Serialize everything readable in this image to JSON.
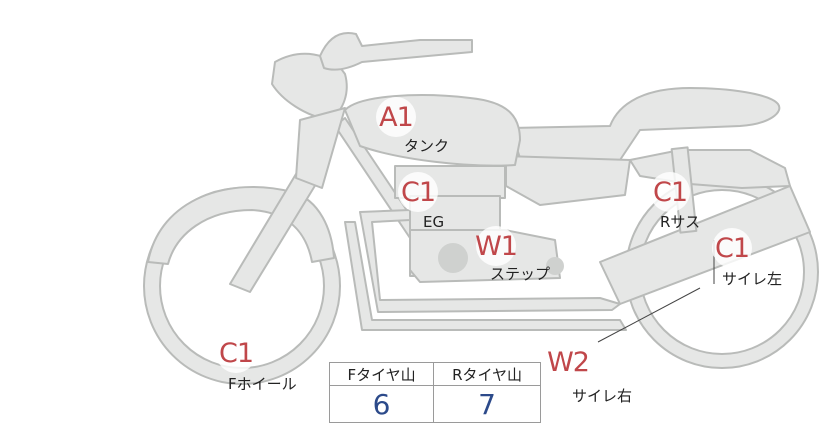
{
  "parts": [
    {
      "id": "tank",
      "grade": "A1",
      "label": "タンク"
    },
    {
      "id": "engine",
      "grade": "C1",
      "label": "EG"
    },
    {
      "id": "step",
      "grade": "W1",
      "label": "ステップ"
    },
    {
      "id": "rear-suspension",
      "grade": "C1",
      "label": "Rサス"
    },
    {
      "id": "muffler-left",
      "grade": "C1",
      "label": "サイレ左"
    },
    {
      "id": "front-wheel",
      "grade": "C1",
      "label": "Fホイール"
    },
    {
      "id": "muffler-right",
      "grade": "W2",
      "label": "サイレ右"
    }
  ],
  "tire_tread": {
    "front_header": "Fタイヤ山",
    "rear_header": "Rタイヤ山",
    "front_value": "6",
    "rear_value": "7"
  },
  "colors": {
    "body_fill": "#e6e7e6",
    "body_stroke": "#b9bbb9",
    "grade_text": "#c0474a",
    "value_text": "#2c4a8a"
  }
}
